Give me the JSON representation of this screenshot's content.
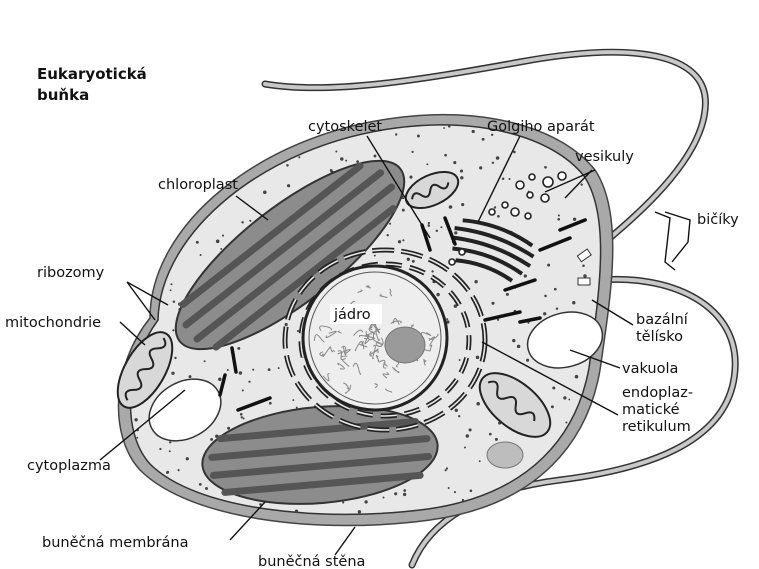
{
  "title": {
    "line1": "Eukaryotická",
    "line2": "buňka"
  },
  "labels": {
    "cytoskelet": "cytoskelet",
    "golgi": "Golgiho aparát",
    "vesikuly": "vesikuly",
    "chloroplast": "chloroplast",
    "bicky": "bičíky",
    "ribozomy": "ribozomy",
    "mitochondrie": "mitochondrie",
    "jadro": "jádro",
    "bazalni_line1": "bazální",
    "bazalni_line2": "tělísko",
    "vakuola": "vakuola",
    "er_line1": "endoplaz-",
    "er_line2": "matické",
    "er_line3": "retikulum",
    "cytoplazma": "cytoplazma",
    "membrana": "buněčná membrána",
    "stena": "buněčná stěna"
  },
  "colors": {
    "cell_wall": "#a9a9a9",
    "cytoplasm": "#e8e8e8",
    "chloroplast_fill": "#8c8c8c",
    "thylakoid": "#555555",
    "nucleus_fill": "#eeeeee",
    "nucleolus": "#9a9a9a",
    "vacuole": "#ffffff",
    "flagellum": "#bbbbbb",
    "text": "#111111"
  }
}
